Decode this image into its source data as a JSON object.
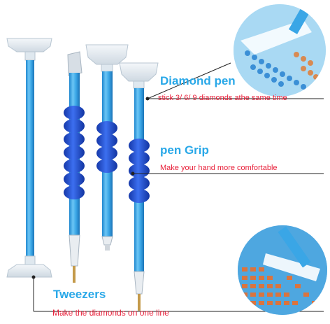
{
  "features": [
    {
      "title": "Diamond pen",
      "subtitle": "stick 3/ 6/ 9 diamonds athe same time"
    },
    {
      "title": "pen Grip",
      "subtitle": "Make your hand more comfortable"
    },
    {
      "title": "Tweezers",
      "subtitle": "Make the diamonds on one line"
    }
  ],
  "colors": {
    "title": "#29a8e8",
    "subtitle": "#e8203a",
    "pen_body": "#3aa6e6",
    "grip": "#1e4fd6",
    "leader_line": "#222222"
  }
}
